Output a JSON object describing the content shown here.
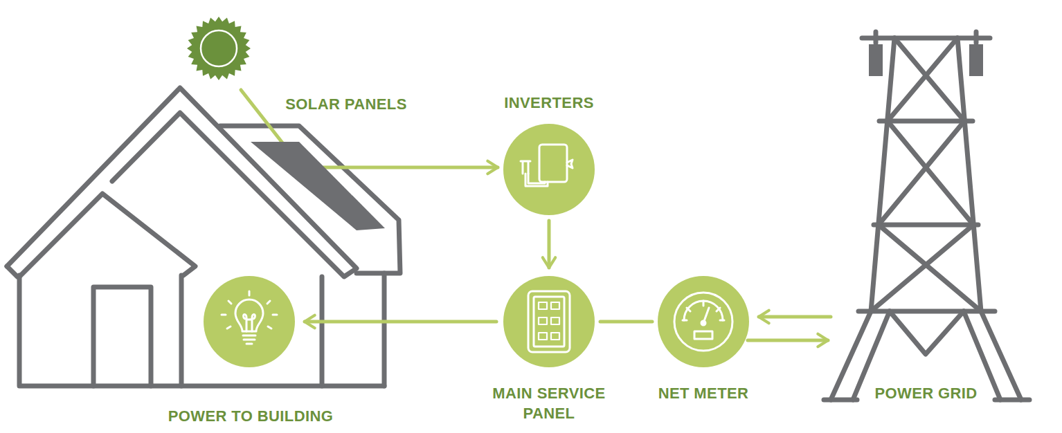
{
  "diagram": {
    "nodes": [
      {
        "text": [
          "SOLAR PANELS"
        ]
      },
      {
        "text": [
          "INVERTERS"
        ]
      },
      {
        "text": [
          "POWER TO BUILDING"
        ]
      },
      {
        "text": [
          "MAIN SERVICE PANEL"
        ]
      },
      {
        "text": [
          "NET METER"
        ]
      },
      {
        "text": [
          "POWER GRID"
        ]
      }
    ],
    "edges": [
      {
        "from": 0,
        "to": 1,
        "arrow": "to"
      },
      {
        "from": 1,
        "to": 3,
        "arrow": "to"
      },
      {
        "from": 3,
        "to": 2,
        "arrow": "to"
      },
      {
        "from": 3,
        "to": 4,
        "arrow": "none"
      },
      {
        "from": 5,
        "to": 4,
        "arrow": "to"
      },
      {
        "from": 4,
        "to": 5,
        "arrow": "to"
      }
    ]
  }
}
